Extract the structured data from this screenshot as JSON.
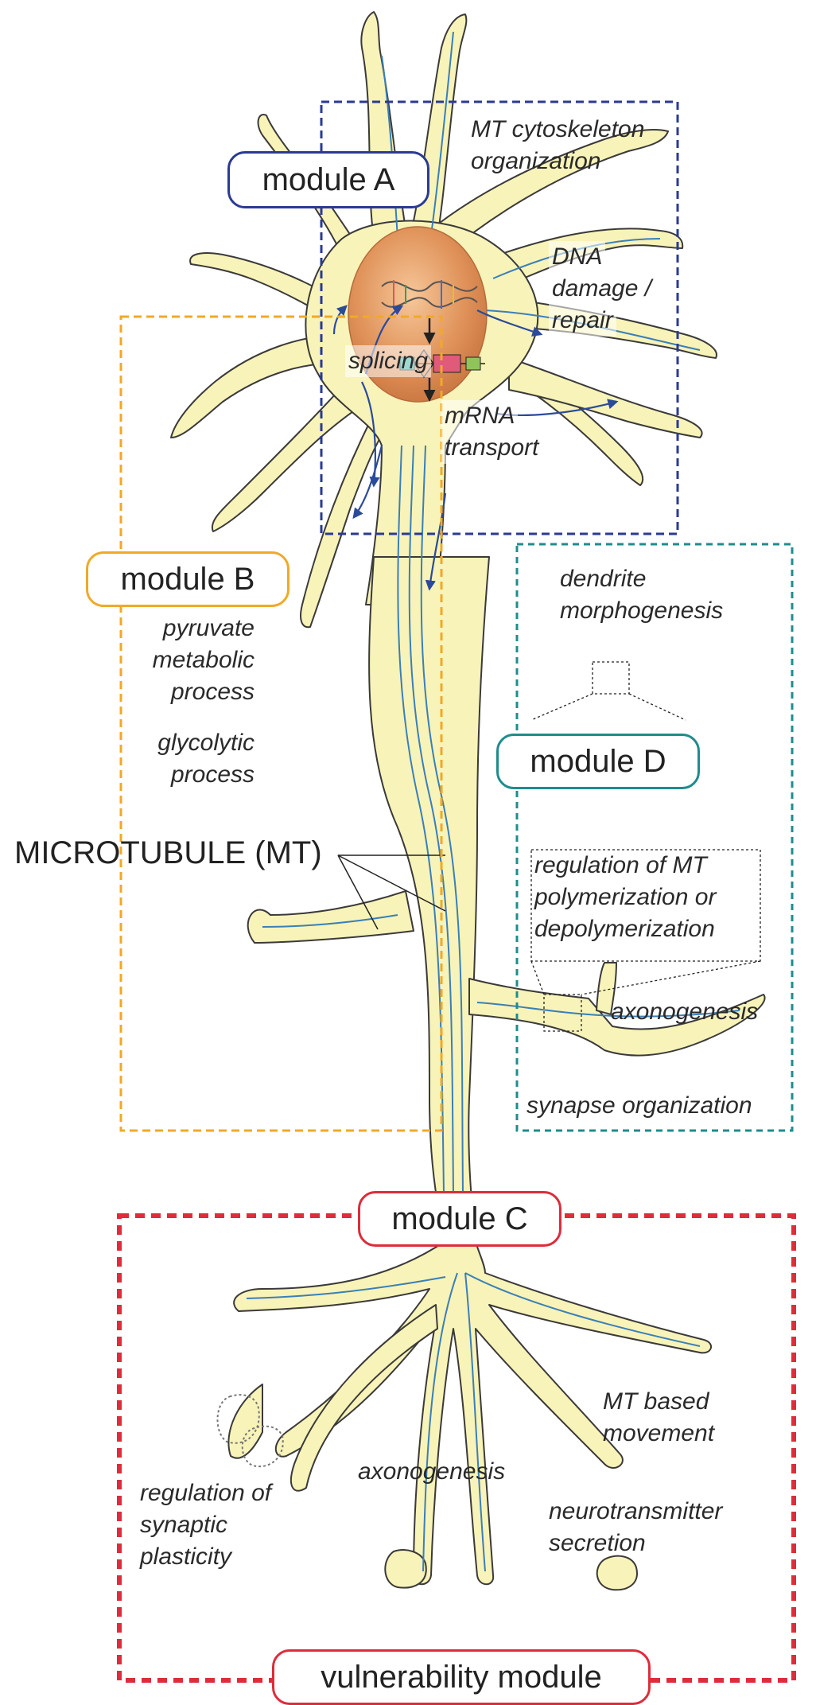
{
  "colors": {
    "module_a": "#2b3a93",
    "module_b": "#f0a928",
    "module_c": "#de2c3b",
    "module_d": "#1f8c8c",
    "neuron_fill": "#f8f3b8",
    "neuron_stroke": "#3a3a3a",
    "microtubule": "#3a7fb8",
    "nucleus": "#d8864a"
  },
  "modules": {
    "a": {
      "label": "module A"
    },
    "b": {
      "label": "module B"
    },
    "c": {
      "label": "module C"
    },
    "d": {
      "label": "module D"
    },
    "vulnerability": {
      "label": "vulnerability module"
    }
  },
  "microtubule_label": "MICROTUBULE (MT)",
  "annotations": {
    "mt_cytoskeleton": [
      "MT cytoskeleton",
      "organization"
    ],
    "dna_damage": [
      "DNA",
      "damage /",
      "repair"
    ],
    "splicing": [
      "splicing"
    ],
    "mrna_transport": [
      "mRNA",
      "transport"
    ],
    "pyruvate": [
      "pyruvate",
      "metabolic",
      "process"
    ],
    "glycolytic": [
      "glycolytic",
      "process"
    ],
    "dendrite_morphogenesis": [
      "dendrite",
      "morphogenesis"
    ],
    "regulation_mt": [
      "regulation of MT",
      "polymerization or",
      "depolymerization"
    ],
    "axonogenesis_d": [
      "axonogenesis"
    ],
    "synapse_organization": [
      "synapse organization"
    ],
    "mt_based_movement": [
      "MT based",
      "movement"
    ],
    "regulation_synaptic": [
      "regulation of",
      "synaptic",
      "plasticity"
    ],
    "axonogenesis_c": [
      "axonogenesis"
    ],
    "neurotransmitter": [
      "neurotransmitter",
      "secretion"
    ]
  }
}
